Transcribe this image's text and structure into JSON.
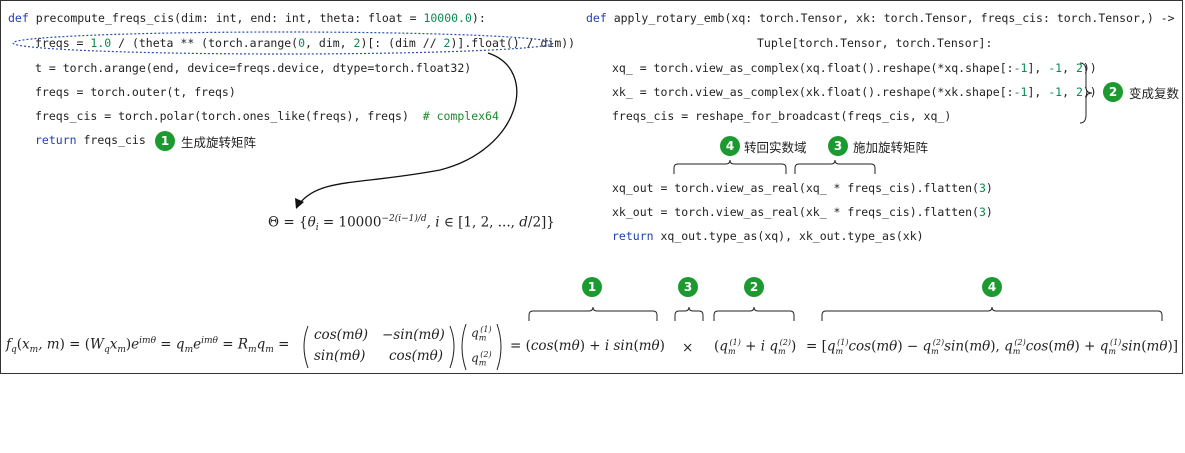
{
  "left_code": {
    "line1": {
      "kw": "def",
      "rest": " precompute_freqs_cis(dim: int, end: int, theta: float = ",
      "num": "10000.0",
      "tail": "):"
    },
    "line2": {
      "a": "freqs = ",
      "n1": "1.0",
      "b": " / (theta ** (torch.arange(",
      "n2": "0",
      "c": ", dim, ",
      "n3": "2",
      "d": ")[: (dim // ",
      "n4": "2",
      "e": ")].float() / dim))"
    },
    "line3": "t = torch.arange(end, device=freqs.device, dtype=torch.float32)",
    "line4": "freqs = torch.outer(t, freqs)",
    "line5": {
      "a": "freqs_cis = torch.polar(torch.ones_like(freqs), freqs)  ",
      "cmt": "# complex64"
    },
    "line6": {
      "kw": "return",
      "rest": " freqs_cis"
    }
  },
  "right_code": {
    "line1": {
      "kw": "def",
      "rest": " apply_rotary_emb(xq: torch.Tensor, xk: torch.Tensor, freqs_cis: torch.Tensor,) ->"
    },
    "line2": "Tuple[torch.Tensor, torch.Tensor]:",
    "line3": {
      "a": "xq_ = torch.view_as_complex(xq.float().reshape(*xq.shape[:",
      "n1": "-1",
      "b": "], ",
      "n2": "-1",
      "c": ", ",
      "n3": "2",
      "d": "))"
    },
    "line4": {
      "a": "xk_ = torch.view_as_complex(xk.float().reshape(*xk.shape[:",
      "n1": "-1",
      "b": "], ",
      "n2": "-1",
      "c": ", ",
      "n3": "2",
      "d": "))"
    },
    "line5": "freqs_cis = reshape_for_broadcast(freqs_cis, xq_)",
    "line6": {
      "a": "xq_out = torch.view_as_real(xq_ * freqs_cis).flatten(",
      "n": "3",
      "b": ")"
    },
    "line7": {
      "a": "xk_out = torch.view_as_real(xk_ * freqs_cis).flatten(",
      "n": "3",
      "b": ")"
    },
    "line8": {
      "kw": "return",
      "rest": " xq_out.type_as(xq), xk_out.type_as(xk)"
    }
  },
  "annotations": {
    "a1": {
      "num": "1",
      "text": "生成旋转矩阵"
    },
    "a2": {
      "num": "2",
      "text": "变成复数"
    },
    "a3": {
      "num": "3",
      "text": "施加旋转矩阵"
    },
    "a4": {
      "num": "4",
      "text": "转回实数域"
    }
  },
  "theta_formula": "Θ = {θᵢ = 10000^(−2(i−1)/d), i ∈ [1, 2, ..., d/2]}",
  "bottom_formula": {
    "lhs": "f_q(x_m, m) = (W_q x_m) e^{imθ} = q_m e^{imθ} = R_m q_m",
    "matrix": [
      "cos(mθ)",
      "−sin(mθ)",
      "sin(mθ)",
      "cos(mθ)"
    ],
    "vector": [
      "q_m^(1)",
      "q_m^(2)"
    ],
    "rot": "(cos(mθ) + i sin(mθ))",
    "times": "×",
    "q": "(q_m^(1) + i q_m^(2))",
    "result": "[q_m^(1) cos(mθ) − q_m^(2) sin(mθ), q_m^(2) cos(mθ) + q_m^(1) sin(mθ)]",
    "badges": [
      "1",
      "3",
      "2",
      "4"
    ]
  },
  "colors": {
    "badge": "#1d9a2f",
    "keyword": "#1f3fb3",
    "number": "#0a8a55",
    "comment": "#1b8a2b"
  }
}
